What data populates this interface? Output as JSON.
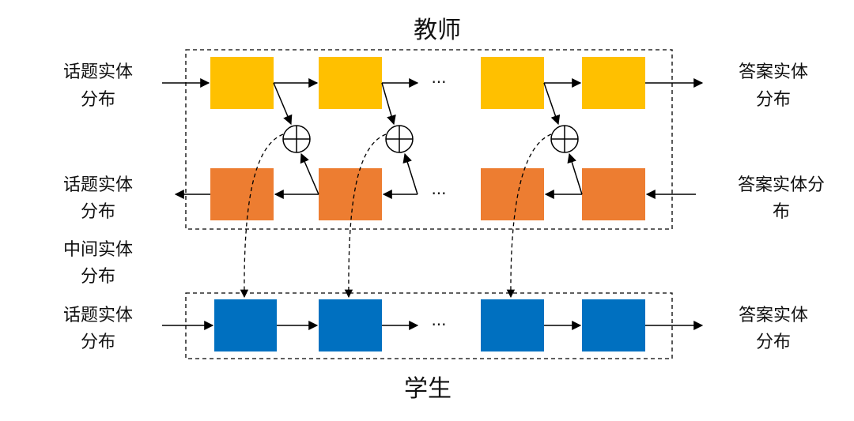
{
  "teacher": {
    "title": "教师",
    "left_top_label": [
      "话题实体",
      "分布"
    ],
    "left_bottom_label": [
      "话题实体",
      "分布"
    ],
    "right_top_label": [
      "答案实体",
      "分布"
    ],
    "right_bottom_label": [
      "答案实体分",
      "布"
    ],
    "ellipsis": "···"
  },
  "middle_label": [
    "中间实体",
    "分布"
  ],
  "student": {
    "title": "学生",
    "left_label": [
      "话题实体",
      "分布"
    ],
    "right_label": [
      "答案实体",
      "分布"
    ],
    "ellipsis": "···"
  },
  "colors": {
    "forward_block": "#FFC000",
    "backward_block": "#ED7D31",
    "student_block": "#0070C0",
    "line": "#000000"
  },
  "icons": [
    "plus-circle-icon",
    "arrow-icon"
  ]
}
